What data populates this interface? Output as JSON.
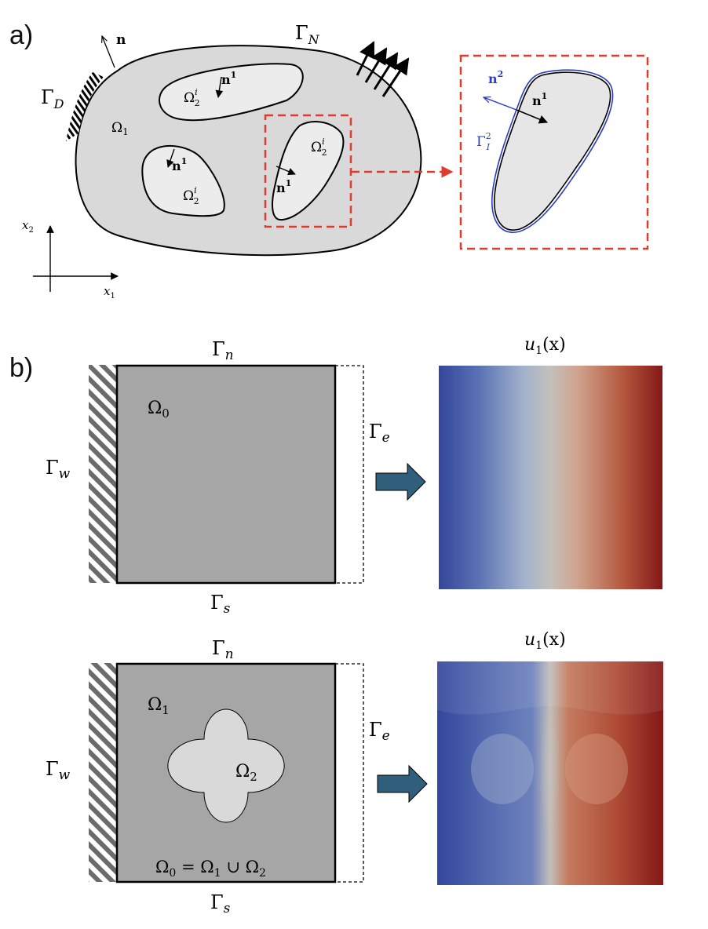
{
  "panel_a": {
    "letter": "a)",
    "outer": {
      "domain": "Ω",
      "domain_sub": "1",
      "dirichlet": "Γ",
      "dirichlet_sub": "D",
      "neumann": "Γ",
      "neumann_sub": "N",
      "normal": "n"
    },
    "inclusions": {
      "domain": "Ω",
      "domain_sub": "2",
      "domain_sup": "i",
      "normal": "n",
      "normal_sup": "1"
    },
    "zoom": {
      "normal_out": "n",
      "normal_out_sup": "2",
      "normal_in": "n",
      "normal_in_sup": "1",
      "interface": "Γ",
      "interface_sub": "I",
      "interface_sup": "2"
    },
    "axes": {
      "x": "x",
      "x_sub": "1",
      "y": "x",
      "y_sub": "2"
    }
  },
  "panel_b": {
    "letter": "b)",
    "top": {
      "north": "Γ",
      "north_sub": "n",
      "south": "Γ",
      "south_sub": "s",
      "west": "Γ",
      "west_sub": "w",
      "east": "Γ",
      "east_sub": "e",
      "domain": "Ω",
      "domain_sub": "0",
      "field_title": "u",
      "field_title_sub": "1",
      "field_title_arg": "(x)"
    },
    "bottom": {
      "north": "Γ",
      "north_sub": "n",
      "south": "Γ",
      "south_sub": "s",
      "west": "Γ",
      "west_sub": "w",
      "east": "Γ",
      "east_sub": "e",
      "domain1": "Ω",
      "domain1_sub": "1",
      "domain2": "Ω",
      "domain2_sub": "2",
      "union_lhs": "Ω",
      "union_lhs_sub": "0",
      "union_eq": " = ",
      "union_a": "Ω",
      "union_a_sub": "1",
      "union_op": " ∪ ",
      "union_b": "Ω",
      "union_b_sub": "2",
      "field_title": "u",
      "field_title_sub": "1",
      "field_title_arg": "(x)"
    }
  },
  "colors": {
    "body_light": "#d9d9d9",
    "inclusion": "#ececec",
    "domain_dark": "#a6a6a6",
    "zoom_box": "#e03a2f",
    "normal_blue": "#2a3cc8",
    "arrow_fill": "#2f5f7a",
    "field_low": "#3b4da0",
    "field_mid": "#b8b8b8",
    "field_high": "#8b1a1a"
  }
}
